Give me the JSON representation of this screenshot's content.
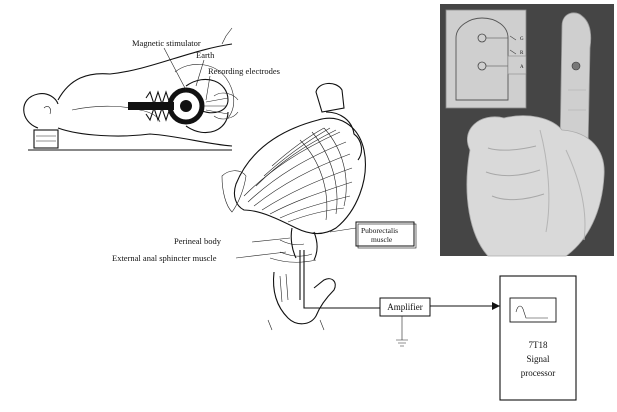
{
  "top_left_figure": {
    "labels": {
      "magnetic_stimulator": "Magnetic stimulator",
      "earth": "Earth",
      "recording_electrodes": "Recording electrodes"
    }
  },
  "center_figure": {
    "labels": {
      "puborectalis": "Puborectalis muscle",
      "perineal_body": "Perineal body",
      "external_anal_sphincter": "External anal sphincter muscle"
    }
  },
  "signal_chain": {
    "amplifier": "Amplifier",
    "processor_line1": "7T18",
    "processor_line2": "Signal",
    "processor_line3": "processor"
  },
  "photo": {
    "inset_marks": [
      "G",
      "R",
      "A"
    ]
  },
  "colors": {
    "ink": "#111111",
    "photo_bg": "#3c3c3c",
    "glove": "#d9d9d9"
  }
}
